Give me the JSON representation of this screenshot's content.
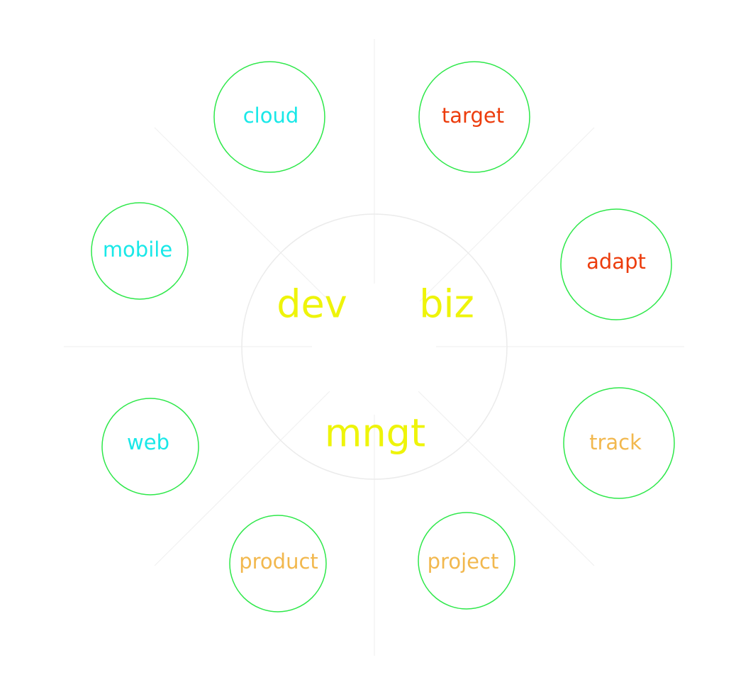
{
  "colors": {
    "dev": "#19e8e8",
    "biz": "#ec3c0c",
    "mngt": "#f2b84e",
    "hub_text": "#eef40a",
    "node_border": "#2ee84a",
    "guide_line": "#f1f1f1"
  },
  "hub": {
    "labels": [
      {
        "key": "dev",
        "text": "dev"
      },
      {
        "key": "biz",
        "text": "biz"
      },
      {
        "key": "mngt",
        "text": "mngt"
      }
    ]
  },
  "nodes": [
    {
      "key": "cloud",
      "label": "cloud",
      "group": "dev"
    },
    {
      "key": "mobile",
      "label": "mobile",
      "group": "dev"
    },
    {
      "key": "web",
      "label": "web",
      "group": "dev"
    },
    {
      "key": "target",
      "label": "target",
      "group": "biz"
    },
    {
      "key": "adapt",
      "label": "adapt",
      "group": "biz"
    },
    {
      "key": "track",
      "label": "track",
      "group": "mngt"
    },
    {
      "key": "project",
      "label": "project",
      "group": "mngt"
    },
    {
      "key": "product",
      "label": "product",
      "group": "mngt"
    }
  ]
}
